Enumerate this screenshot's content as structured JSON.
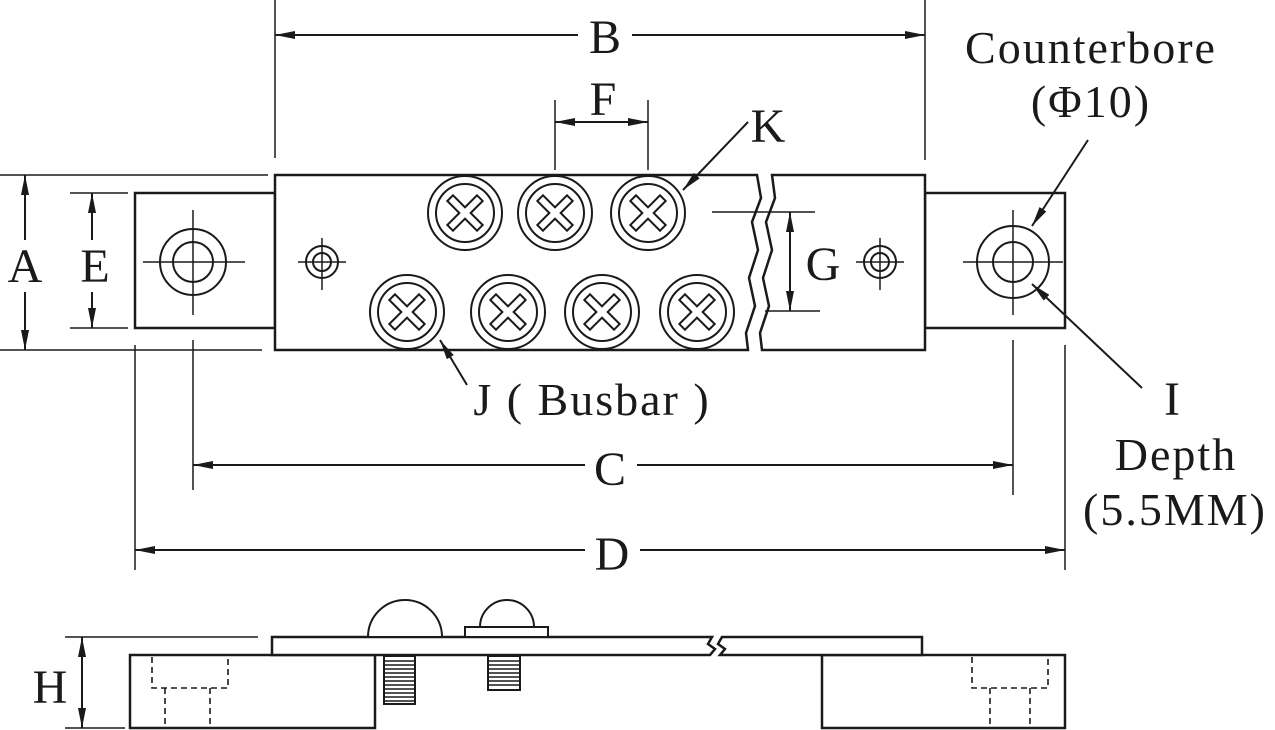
{
  "colors": {
    "line": "#1a1a1a",
    "background": "#ffffff"
  },
  "dimension_labels": {
    "a": "A",
    "b": "B",
    "c": "C",
    "d": "D",
    "e": "E",
    "f": "F",
    "g": "G",
    "h": "H"
  },
  "callouts": {
    "screw_k": "K",
    "counterbore": "Counterbore",
    "counterbore_diameter": "(Φ10)",
    "busbar": "J ( Busbar )",
    "hole_i": "I",
    "hole_depth_label": "Depth",
    "hole_depth_value": "(5.5MM)"
  }
}
